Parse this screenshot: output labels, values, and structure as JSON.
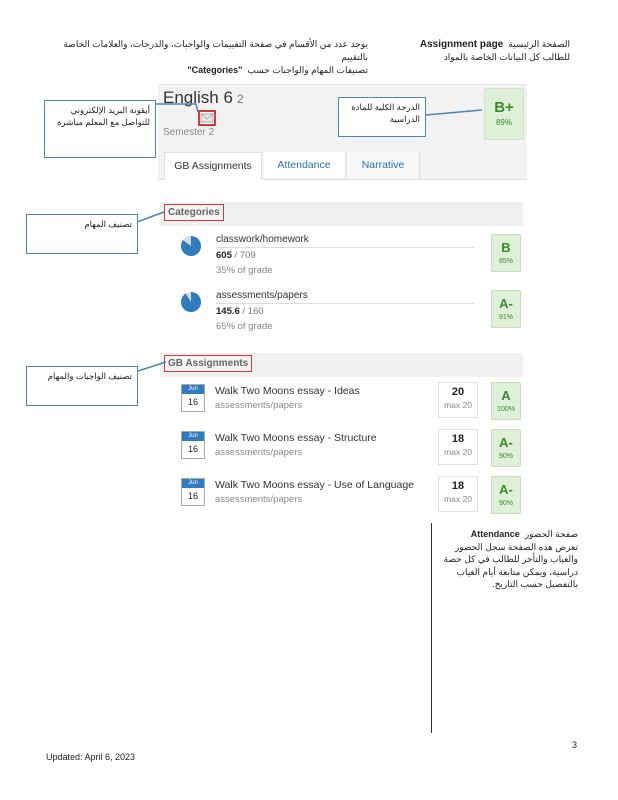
{
  "header": {
    "right_line1_bold": "Assignment page",
    "right_line1_arabic": "الصفحة الرئيسية",
    "right_line2": "للطالب كل البيانات الخاصة بالمواد",
    "left_line1": "يوجد عدد من الأقسام في صفحة التقييمات والواجبات، والدرجات، والعلامات الخاصة بالتقييم",
    "left_line2_arabic": "تصنيفات المهام والواجبات حسب",
    "left_line2_bold": "\"Categories\""
  },
  "course": {
    "title": "English 6",
    "period": "2",
    "semester": "Semester 2",
    "overall_grade": "B+",
    "overall_percent": "89%"
  },
  "tabs": [
    "GB Assignments",
    "Attendance",
    "Narrative"
  ],
  "sections": {
    "categories": "Categories",
    "gb_assignments": "GB Assignments"
  },
  "categories": [
    {
      "name": "classwork/homework",
      "earned": "605",
      "possible": "709",
      "weight": "35% of grade",
      "grade": "B",
      "percent": "85%",
      "fraction": 0.85
    },
    {
      "name": "assessments/papers",
      "earned": "145.6",
      "possible": "160",
      "weight": "65% of grade",
      "grade": "A-",
      "percent": "91%",
      "fraction": 0.91
    }
  ],
  "assignments": [
    {
      "month": "Jun",
      "day": "16",
      "name": "Walk Two Moons essay - Ideas",
      "category": "assessments/papers",
      "score": "20",
      "max": "max 20",
      "grade": "A",
      "percent": "100%"
    },
    {
      "month": "Jun",
      "day": "16",
      "name": "Walk Two Moons essay - Structure",
      "category": "assessments/papers",
      "score": "18",
      "max": "max 20",
      "grade": "A-",
      "percent": "90%"
    },
    {
      "month": "Jun",
      "day": "16",
      "name": "Walk Two Moons essay - Use of Language",
      "category": "assessments/papers",
      "score": "18",
      "max": "max 20",
      "grade": "A-",
      "percent": "90%"
    }
  ],
  "callouts": {
    "mail": "أيقونة البريد الإلكتروني للتواصل مع المعلم مباشرة",
    "overall": "الدرجة الكلية للمادة الدراسية",
    "categories": "تصنيف المهام",
    "assignments": "تصنيف الواجبات والمهام"
  },
  "attendance_note": {
    "title_bold": "Attendance",
    "title_arabic": "صفحة الحضور",
    "body": "تعرض هذه الصفحة سجل الحضور والغياب والتأخر للطالب في كل حصة دراسية، ويمكن متابعة أيام الغياب بالتفصيل حسب التاريخ."
  },
  "footer": {
    "page_number": "3",
    "updated": "Updated: April 6, 2023"
  },
  "colors": {
    "accent_blue": "#2f7bc0",
    "grade_green": "#3b8a2a",
    "highlight_red": "#d43a3a",
    "callout_border": "#4a86b8"
  }
}
